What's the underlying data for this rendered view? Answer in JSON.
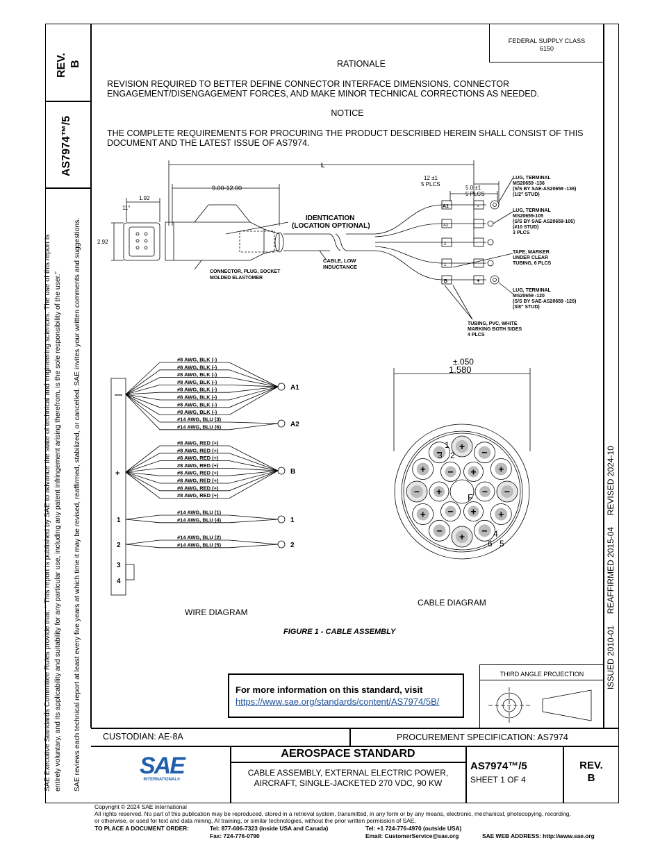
{
  "header": {
    "federal_supply_line1": "FEDERAL SUPPLY CLASS",
    "federal_supply_line2": "6150"
  },
  "left_column": {
    "rev_label": "REV.",
    "rev_value": "B",
    "doc_number": "AS7974™/5",
    "disclaimer_line1": "SAE Executive Standards Committee Rules provide that: “  This report is published by SAE to advance the state of technical and engineering sciences. The use of this report is",
    "disclaimer_line2": "entirely voluntary, and its applicability and suitability for any particular use, including any patent infringement arising therefrom, is the sole responsibility of the user.”",
    "review_line": "SAE reviews each technical report at least every five years at which time it may be revised, reaffirmed, stabilized, or cancelled. SAE invites your written comments and suggestions."
  },
  "right_column": {
    "history": "ISSUED 2010-01     REAFFIRMED 2015-04     REVISED 2024-10"
  },
  "body": {
    "rationale_title": "RATIONALE",
    "rationale_line1": "REVISION REQUIRED TO BETTER DEFINE CONNECTOR INTERFACE DIMENSIONS, CONNECTOR",
    "rationale_line2": "ENGAGEMENT/DISENGAGEMENT FORCES, AND MAKE MINOR TECHNICAL CORRECTIONS AS NEEDED.",
    "notice_title": "NOTICE",
    "notice_line1": "THE COMPLETE REQUIREMENTS FOR PROCURING THE PRODUCT DESCRIBED HEREIN SHALL CONSIST OF THIS",
    "notice_line2": "DOCUMENT AND THE LATEST ISSUE OF AS7974."
  },
  "assembly_drawing": {
    "dim_L": "L",
    "dim_9_12": "9.00-12.00",
    "dim_192": "1.92",
    "dim_11": "11°",
    "dim_292": "2.92",
    "dim_12_line1": "12 ±1",
    "dim_12_line2": "5 PLCS",
    "dim_5_line1": "5.0 ±1",
    "dim_5_line2": "5 PLCS",
    "ident_line1": "IDENTICATION",
    "ident_line2": "(LOCATION OPTIONAL)",
    "cable_line1": "CABLE, LOW",
    "cable_line2": "INDUCTANCE",
    "connector_line1": "CONNECTOR, PLUG, SOCKET",
    "connector_line2": "MOLDED ELASTOMER",
    "lug136_line1": "LUG, TERMINAL",
    "lug136_line2": "MS20659 -136",
    "lug136_line3": "(S/S BY SAE-AS20659 -136)",
    "lug136_line4": "(1/2\" STUD)",
    "lug105_line1": "LUG, TERMINAL",
    "lug105_line2": "MS20659-105",
    "lug105_line3": "(S/S BY SAE-AS20659-105)",
    "lug105_line4": "(#10 STUD)",
    "lug105_line5": "3 PLCS",
    "tape_line1": "TAPE, MARKER",
    "tape_line2": "UNDER CLEAR",
    "tape_line3": "TUBING, 6 PLCS",
    "lug120_line1": "LUG, TERMINAL",
    "lug120_line2": "MS20659 -120",
    "lug120_line3": "(S/S BY SAE-AS20659 -120)",
    "lug120_line4": "(3/8\" STUD)",
    "tubing_line1": "TUBING, PVC, WHITE",
    "tubing_line2": "MARKING BOTH SIDES",
    "tubing_line3": "4 PLCS",
    "tag_a1": "A1",
    "tag_b": "B",
    "tag_minus": "-",
    "tag_plus": "+",
    "tag_2": "2",
    "tag_1": "1",
    "tag_a2": "A2"
  },
  "wire_diagram": {
    "title": "WIRE DIAGRAM",
    "minus_pin": "—",
    "plus_pin": "+",
    "pin1": "1",
    "pin2": "2",
    "pin3": "3",
    "pin4": "4",
    "black_wires": [
      "#8 AWG, BLK (-)",
      "#8 AWG, BLK (-)",
      "#8 AWG, BLK (-)",
      "#8 AWG, BLK (-)",
      "#8 AWG, BLK (-)",
      "#8 AWG, BLK (-)",
      "#8 AWG, BLK (-)",
      "#8 AWG, BLK (-)"
    ],
    "blue_a2": [
      "#14 AWG, BLU (3)",
      "#14 AWG, BLU (6)"
    ],
    "red_wires": [
      "#8 AWG, RED (+)",
      "#8 AWG, RED (+)",
      "#8 AWG, RED (+)",
      "#8 AWG, RED (+)",
      "#8 AWG, RED (+)",
      "#8 AWG, RED (+)",
      "#8 AWG, RED (+)",
      "#8 AWG, RED (+)"
    ],
    "blue_1": [
      "#14 AWG, BLU (1)",
      "#14 AWG, BLU (4)"
    ],
    "blue_2": [
      "#14 AWG, BLU (2)",
      "#14 AWG, BLU (5)"
    ],
    "term_a1": "A1",
    "term_a2": "A2",
    "term_b": "B",
    "term_1": "1",
    "term_2": "2"
  },
  "cable_diagram": {
    "title": "CABLE DIAGRAM",
    "tolerance": "±.050",
    "diameter": "1.580",
    "center_label": "F",
    "n1": "1",
    "n2": "2",
    "n3": "3",
    "n4": "4",
    "n5": "5",
    "n6": "6"
  },
  "figure_caption": "FIGURE 1 - CABLE ASSEMBLY",
  "info_box": {
    "text": "For more information on this standard, visit",
    "link": "https://www.sae.org/standards/content/AS7974/5B/"
  },
  "projection": {
    "label": "THIRD ANGLE PROJECTION"
  },
  "title_block": {
    "custodian": "CUSTODIAN: AE-8A",
    "procurement": "PROCUREMENT SPECIFICATION: AS7974",
    "standard_type": "AEROSPACE STANDARD",
    "title_line1": "CABLE ASSEMBLY, EXTERNAL ELECTRIC POWER,",
    "title_line2": "AIRCRAFT, SINGLE-JACKETED 270 VDC, 90 KW",
    "doc_number": "AS7974™/5",
    "sheet": "SHEET 1 OF 4",
    "rev_label": "REV.",
    "rev_value": "B",
    "logo_text": "SAE",
    "logo_sub": "INTERNATIONAL®"
  },
  "footer": {
    "copyright": "Copyright © 2024 SAE International",
    "rights_line1": "All rights reserved. No part of this publication may be reproduced, stored in a retrieval system, transmitted, in any form or by any means, electronic, mechanical, photocopying, recording,",
    "rights_line2": "or otherwise, or used for text and data mining, AI training, or similar technologies, without the prior written permission of SAE.",
    "order_label": "TO PLACE A DOCUMENT ORDER:",
    "tel_usa": "Tel: 877-606-7323 (inside USA and Canada)",
    "tel_outside": "Tel: +1 724-776-4970 (outside USA)",
    "fax": "Fax: 724-776-0790",
    "email": "Email: CustomerService@sae.org",
    "web": "SAE WEB ADDRESS: http://www.sae.org"
  },
  "colors": {
    "sae_blue": "#1f5fae",
    "link_blue": "#1a4f9c"
  }
}
